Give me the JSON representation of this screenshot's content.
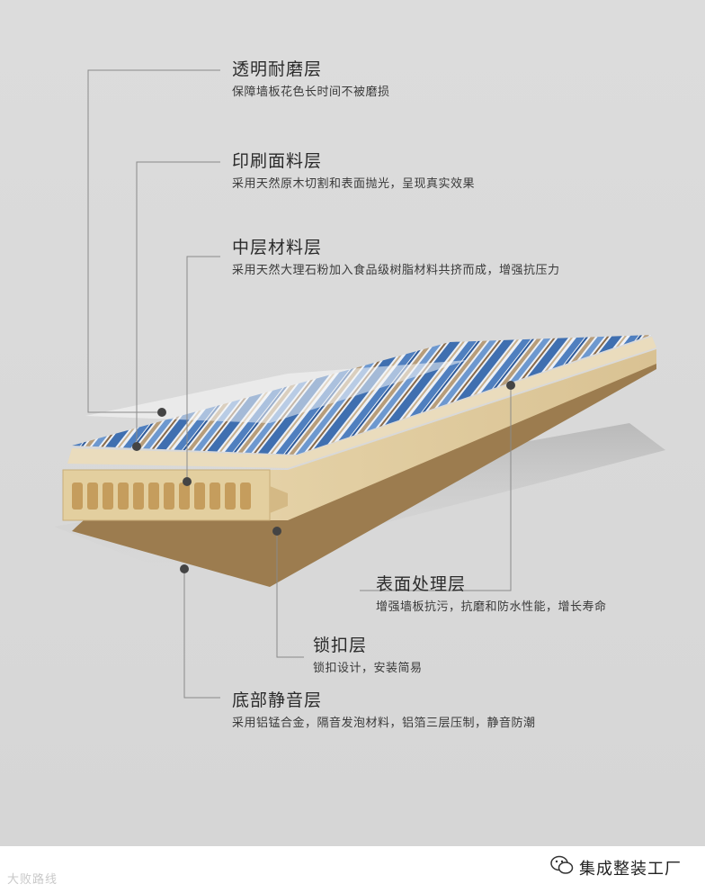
{
  "layers": [
    {
      "title": "透明耐磨层",
      "desc": "保障墙板花色长时间不被磨损"
    },
    {
      "title": "印刷面料层",
      "desc": "采用天然原木切割和表面抛光，呈现真实效果"
    },
    {
      "title": "中层材料层",
      "desc": "采用天然大理石粉加入食品级树脂材料共挤而成，增强抗压力"
    },
    {
      "title": "表面处理层",
      "desc": "增强墙板抗污，抗磨和防水性能，增长寿命"
    },
    {
      "title": "锁扣层",
      "desc": "锁扣设计，安装简易"
    },
    {
      "title": "底部静音层",
      "desc": "采用铝锰合金，隔音发泡材料，铝箔三层压制，静音防潮"
    }
  ],
  "footer": {
    "brand": "集成整装工厂",
    "watermark": "大败路线"
  },
  "colors": {
    "panel_core": "#e6d3a7",
    "panel_edge": "#c8ad78",
    "backing": "#9c7c4f",
    "stripe_blue": "#4f7fbf",
    "stripe_white": "#eef1f6",
    "stripe_tan": "#b79d7a",
    "line": "#8a8a8a"
  }
}
